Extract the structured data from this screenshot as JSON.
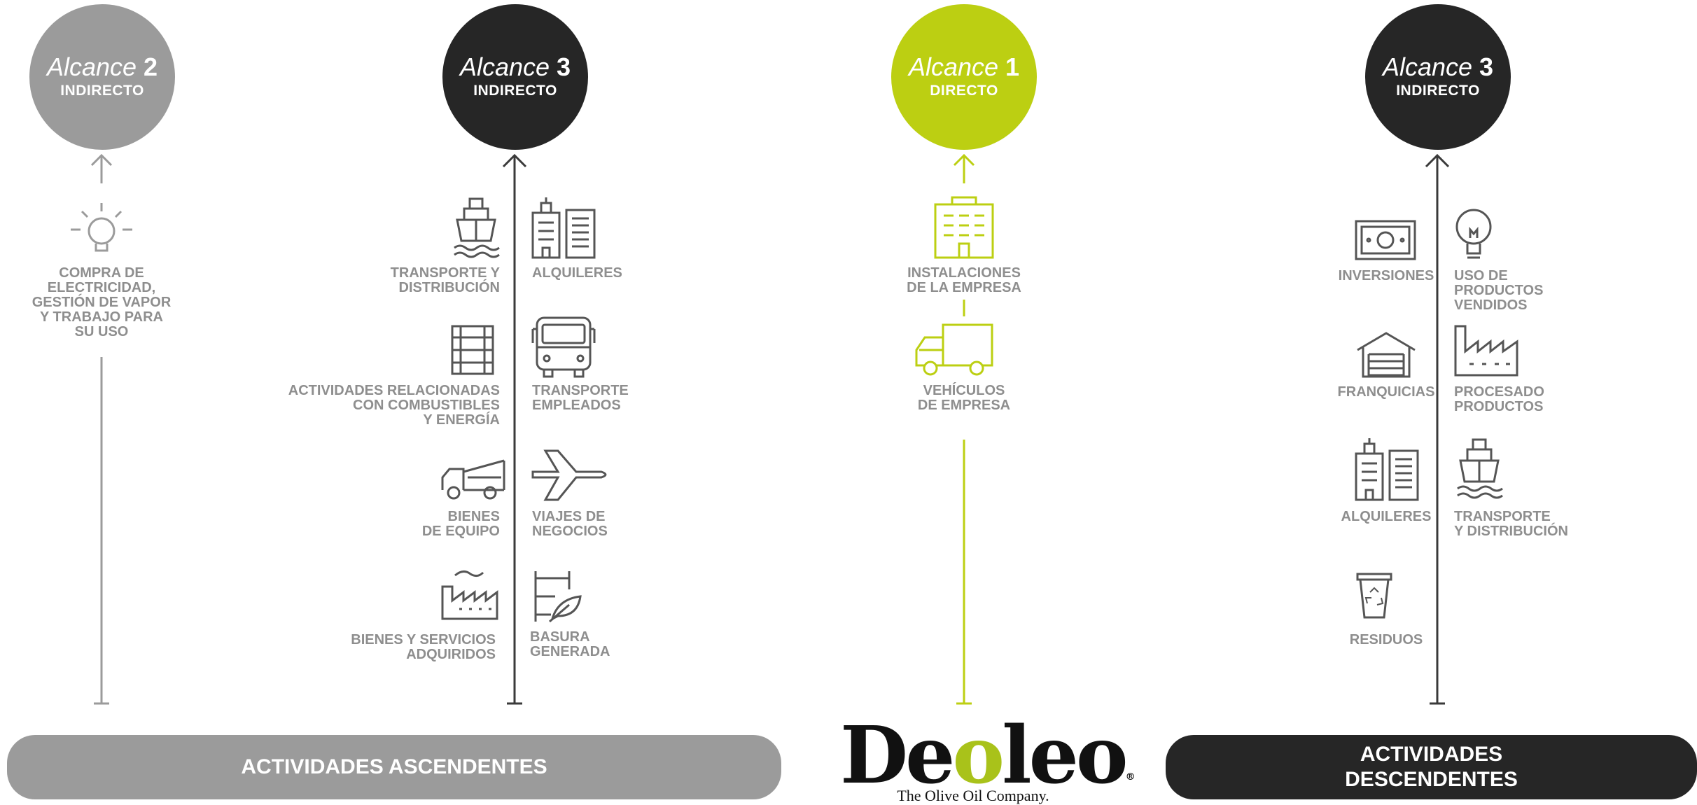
{
  "colors": {
    "gray": "#9b9b9b",
    "dark": "#2a2a2a",
    "green": "#bccf12",
    "label": "#8e8e8e"
  },
  "scopes": [
    {
      "word": "Alcance",
      "number": "2",
      "sub": "INDIRECTO"
    },
    {
      "word": "Alcance",
      "number": "3",
      "sub": "INDIRECTO"
    },
    {
      "word": "Alcance",
      "number": "1",
      "sub": "DIRECTO"
    },
    {
      "word": "Alcance",
      "number": "3",
      "sub": "INDIRECTO"
    }
  ],
  "scope2_items": [
    {
      "label": "COMPRA DE\nELECTRICIDAD,\nGESTIÓN DE VAPOR\nY TRABAJO PARA\nSU USO",
      "icon": "lightbulb-icon"
    }
  ],
  "upstream_items": [
    {
      "label": "TRANSPORTE  Y\nDISTRIBUCIÓN",
      "icon": "ship-icon"
    },
    {
      "label": "ALQUILERES",
      "icon": "buildings-icon"
    },
    {
      "label": "ACTIVIDADES RELACIONADAS\nCON COMBUSTIBLES\nY ENERGÍA",
      "icon": "fuel-tank-icon"
    },
    {
      "label": "TRANSPORTE\nEMPLEADOS",
      "icon": "bus-icon"
    },
    {
      "label": "BIENES\nDE EQUIPO",
      "icon": "equipment-truck-icon"
    },
    {
      "label": "VIAJES DE\nNEGOCIOS",
      "icon": "airplane-icon"
    },
    {
      "label": "BIENES Y SERVICIOS\nADQUIRIDOS",
      "icon": "factory-icon"
    },
    {
      "label": "BASURA\nGENERADA",
      "icon": "waste-leaf-icon"
    }
  ],
  "scope1_items": [
    {
      "label": "INSTALACIONES\nDE LA EMPRESA",
      "icon": "office-building-icon"
    },
    {
      "label": "VEHÍCULOS\nDE EMPRESA",
      "icon": "delivery-truck-icon"
    }
  ],
  "downstream_items": [
    {
      "label": "INVERSIONES",
      "icon": "money-icon"
    },
    {
      "label": "USO DE\nPRODUCTOS\nVENDIDOS",
      "icon": "lightbulb-icon"
    },
    {
      "label": "FRANQUICIAS",
      "icon": "garage-icon"
    },
    {
      "label": "PROCESADO\nPRODUCTOS",
      "icon": "factory-icon"
    },
    {
      "label": "ALQUILERES",
      "icon": "buildings-icon"
    },
    {
      "label": "TRANSPORTE\nY DISTRIBUCIÓN",
      "icon": "ship-icon"
    },
    {
      "label": "RESIDUOS",
      "icon": "recycle-bin-icon"
    }
  ],
  "bars": {
    "upstream": "ACTIVIDADES ASCENDENTES",
    "downstream": "ACTIVIDADES\nDESCENDENTES"
  },
  "logo": {
    "brand_a": "De",
    "brand_o": "o",
    "brand_b": "leo",
    "registered": "®",
    "tagline": "The Olive Oil Company."
  }
}
